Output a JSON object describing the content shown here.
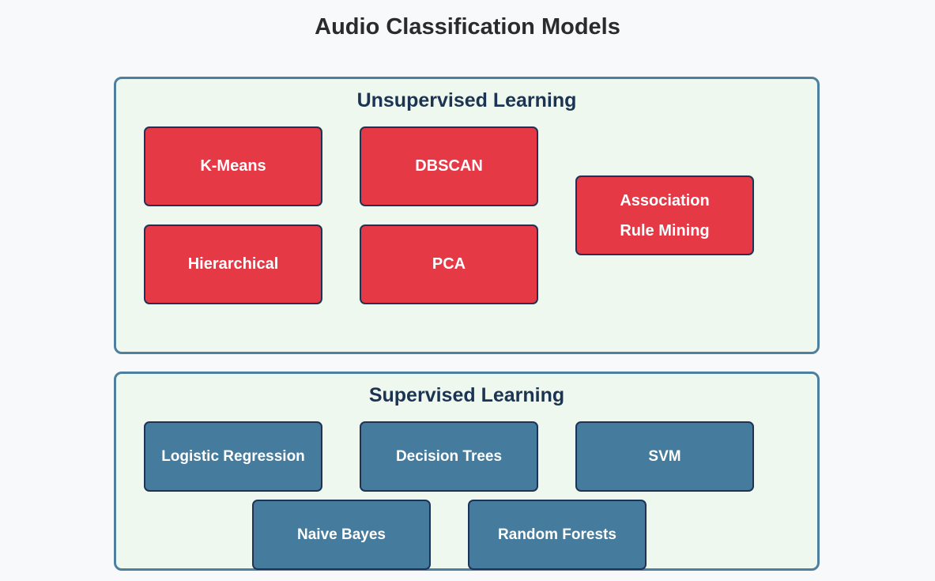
{
  "title": "Audio Classification Models",
  "colors": {
    "unsupervised_box": "#e63946",
    "supervised_box": "#457b9d",
    "panel_fill": "#eff8ee",
    "panel_border": "#4f7f9f",
    "box_border": "#1f3355"
  },
  "unsupervised": {
    "title": "Unsupervised Learning",
    "items": [
      "K-Means",
      "DBSCAN",
      "Hierarchical",
      "PCA"
    ],
    "association": [
      "Association",
      "Rule Mining"
    ]
  },
  "supervised": {
    "title": "Supervised Learning",
    "items": [
      "Logistic Regression",
      "Decision Trees",
      "SVM",
      "Naive Bayes",
      "Random Forests"
    ]
  }
}
